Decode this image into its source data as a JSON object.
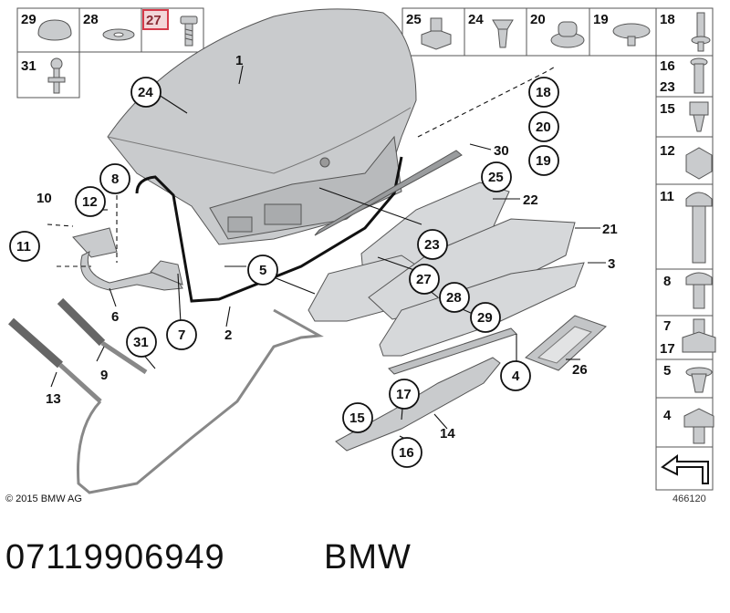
{
  "diagram": {
    "callouts": [
      "1",
      "2",
      "3",
      "4",
      "5",
      "6",
      "7",
      "8",
      "9",
      "10",
      "11",
      "12",
      "13",
      "14",
      "15",
      "16",
      "17",
      "18",
      "19",
      "20",
      "21",
      "22",
      "23",
      "24",
      "25",
      "26",
      "27",
      "28",
      "29",
      "30",
      "31"
    ],
    "grid_left_top": [
      "29",
      "28",
      "27"
    ],
    "grid_left_mid": "31",
    "grid_top_right": [
      "25",
      "24",
      "20",
      "19",
      "18"
    ],
    "grid_right": [
      "16",
      "23",
      "15",
      "12",
      "11",
      "8",
      "7",
      "17",
      "5",
      "4"
    ],
    "highlighted": "27",
    "accent_color": "#d63a4a"
  },
  "footer": {
    "copyright": "© 2015 BMW AG",
    "diagram_number": "466120",
    "part_number": "07119906949",
    "brand": "BMW"
  }
}
